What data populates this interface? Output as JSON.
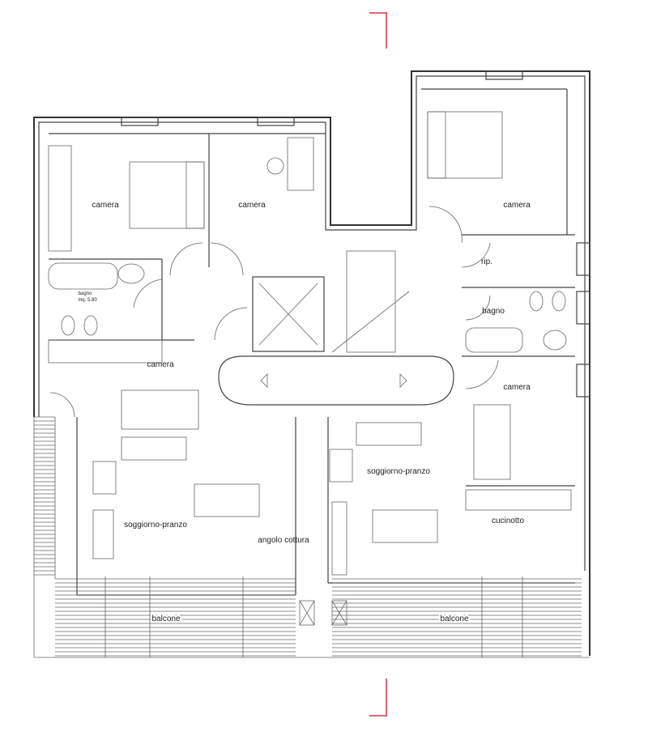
{
  "title": "Floor plan",
  "rooms": {
    "camera_1": "camera",
    "camera_2": "camera",
    "camera_3": "camera",
    "rip": "rip.",
    "bagno_right": "bagno",
    "bagno_left": "bagno",
    "bagno_left_area": "mq. 5.80",
    "camera_4": "camera",
    "camera_5": "camera",
    "soggiorno_right": "soggiorno-pranzo",
    "soggiorno_left": "soggiorno-pranzo",
    "angolo_cottura": "angolo cottura",
    "cucinotto": "cucinotto",
    "balcone_left": "balcone",
    "balcone_right": "balcone"
  },
  "colors": {
    "wall": "#444444",
    "section_mark": "#e0303a"
  }
}
